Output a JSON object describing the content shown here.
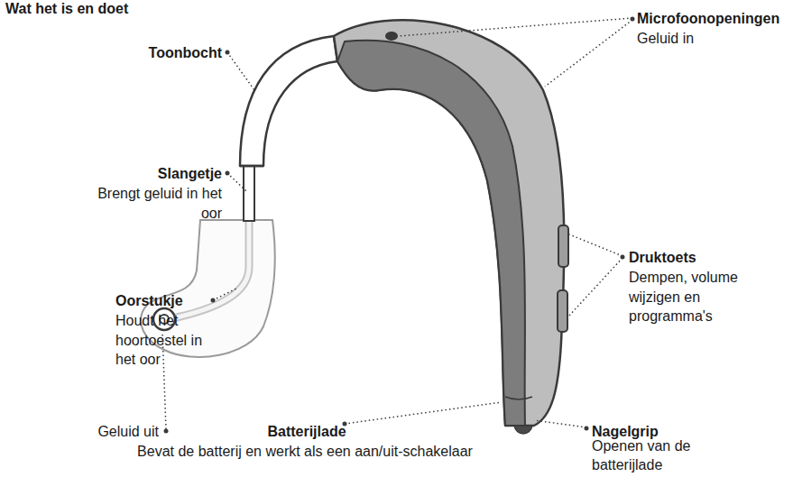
{
  "diagram": {
    "title": "Wat het is en doet",
    "labels": [
      "Microfoonopeningen",
      "Geluid in",
      "Toonbocht",
      "Slangetje",
      "Brengt geluid in het oor",
      "Druktoets",
      "Dempen, volume wijzigen en programma's",
      "Oorstukje",
      "Houdt het hoortoestel in het oor",
      "Geluid uit",
      "Batterijlade",
      "Bevat de batterij en werkt als een aan/uit-schakelaar",
      "Nagelgrip",
      "Openen van de batterijlade"
    ]
  }
}
